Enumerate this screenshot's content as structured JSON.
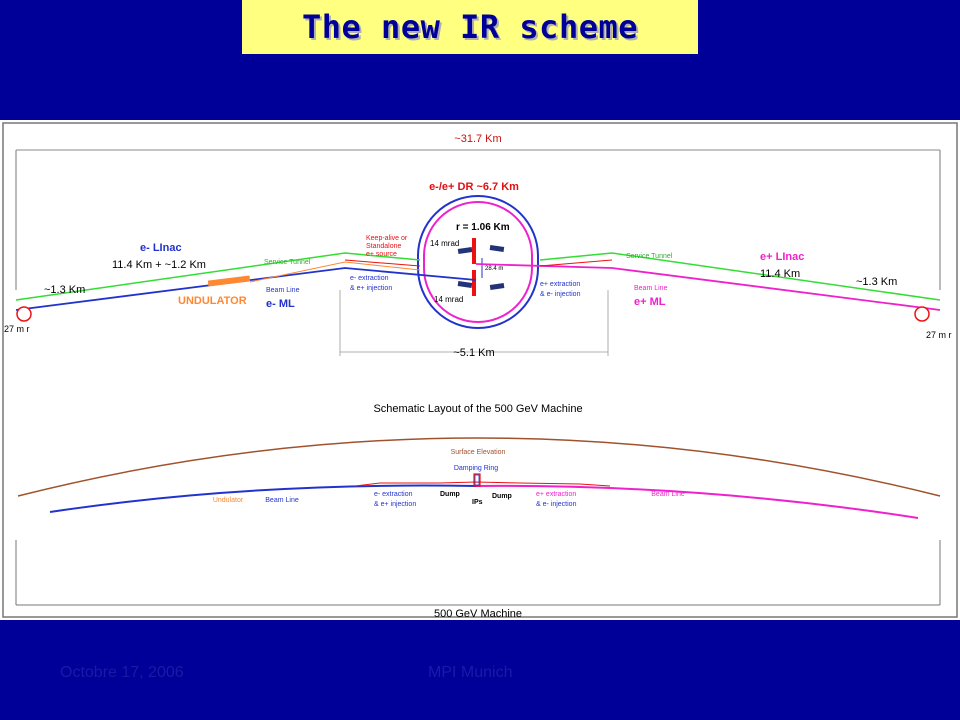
{
  "title": "The new IR scheme",
  "footer": {
    "date": "Octobre 17, 2006",
    "place": "MPI Munich"
  },
  "colors": {
    "background": "#000099",
    "title_bg": "#ffff80",
    "electron": "#2233cc",
    "positron": "#ee22cc",
    "service_tunnel": "#33dd33",
    "undulator": "#ff8833",
    "red": "#ee1111",
    "surface": "#a0522d"
  },
  "schematic": {
    "total_length": "~31.7 Km",
    "dr_label": "e-/e+ DR ~6.7 Km",
    "radius": "r = 1.06 Km",
    "mrad_top": "14 mrad",
    "mrad_bottom": "14 mrad",
    "gap": "28.4 m",
    "dr_width": "~5.1 Km",
    "keep_alive": [
      "Keep-alive or",
      "Standalone",
      "e+ source"
    ],
    "left": {
      "linac": "e- LInac",
      "linac_length": "11.4 Km + ~1.2 Km",
      "end_length": "~1.3 Km",
      "turnaround": "27 m r",
      "service_tunnel": "Service Tunnel",
      "undulator": "UNDULATOR",
      "beam_line": "Beam Line",
      "ml": "e- ML",
      "ext1": "e- extraction",
      "ext2": "& e+ injection"
    },
    "right": {
      "linac": "e+ LInac",
      "linac_length": "11.4 Km",
      "end_length": "~1.3 Km",
      "turnaround": "27 m r",
      "service_tunnel": "Service Tunnel",
      "beam_line": "Beam Line",
      "ml": "e+ ML",
      "ext1": "e+ extraction",
      "ext2": "& e- injection"
    },
    "caption": "Schematic Layout of the 500 GeV Machine"
  },
  "elevation": {
    "surface": "Surface Elevation",
    "damping_ring": "Damping Ring",
    "undulator": "Undulator",
    "beam_line_left": "Beam Line",
    "beam_line_right": "Beam Line",
    "ext_left_1": "e- extraction",
    "ext_left_2": "& e+ injection",
    "ext_right_1": "e+ extraction",
    "ext_right_2": "& e- injection",
    "dump_left": "Dump",
    "dump_right": "Dump",
    "ips": "IPs",
    "caption": "500 GeV Machine"
  }
}
